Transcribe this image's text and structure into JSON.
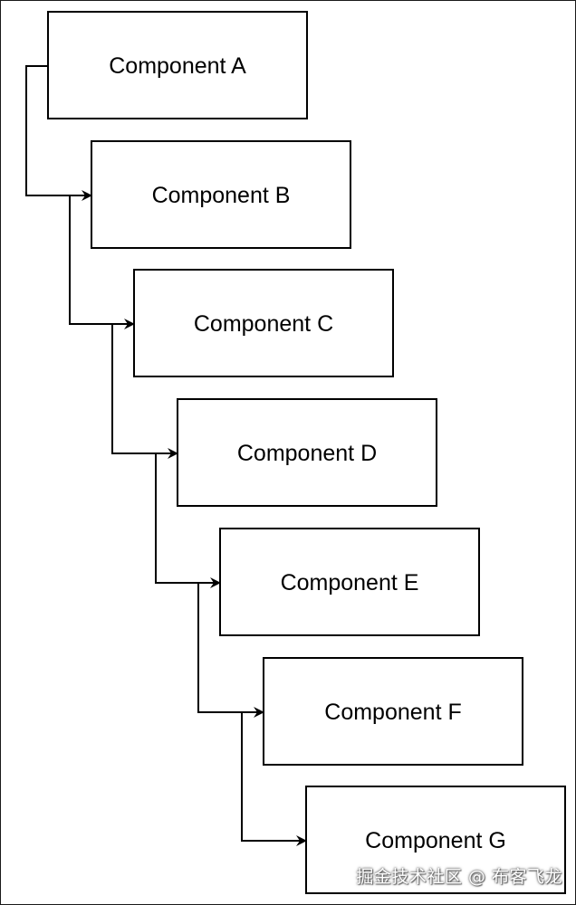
{
  "diagram": {
    "components": [
      {
        "label": "Component A"
      },
      {
        "label": "Component B"
      },
      {
        "label": "Component C"
      },
      {
        "label": "Component D"
      },
      {
        "label": "Component E"
      },
      {
        "label": "Component F"
      },
      {
        "label": "Component G"
      }
    ],
    "edges": [
      {
        "from": "Component A",
        "to": "Component B"
      },
      {
        "from": "Component B",
        "to": "Component C"
      },
      {
        "from": "Component C",
        "to": "Component D"
      },
      {
        "from": "Component D",
        "to": "Component E"
      },
      {
        "from": "Component E",
        "to": "Component F"
      },
      {
        "from": "Component F",
        "to": "Component G"
      }
    ]
  },
  "watermark": "掘金技术社区 @ 布客飞龙",
  "colors": {
    "stroke": "#000000",
    "background": "#ffffff"
  }
}
